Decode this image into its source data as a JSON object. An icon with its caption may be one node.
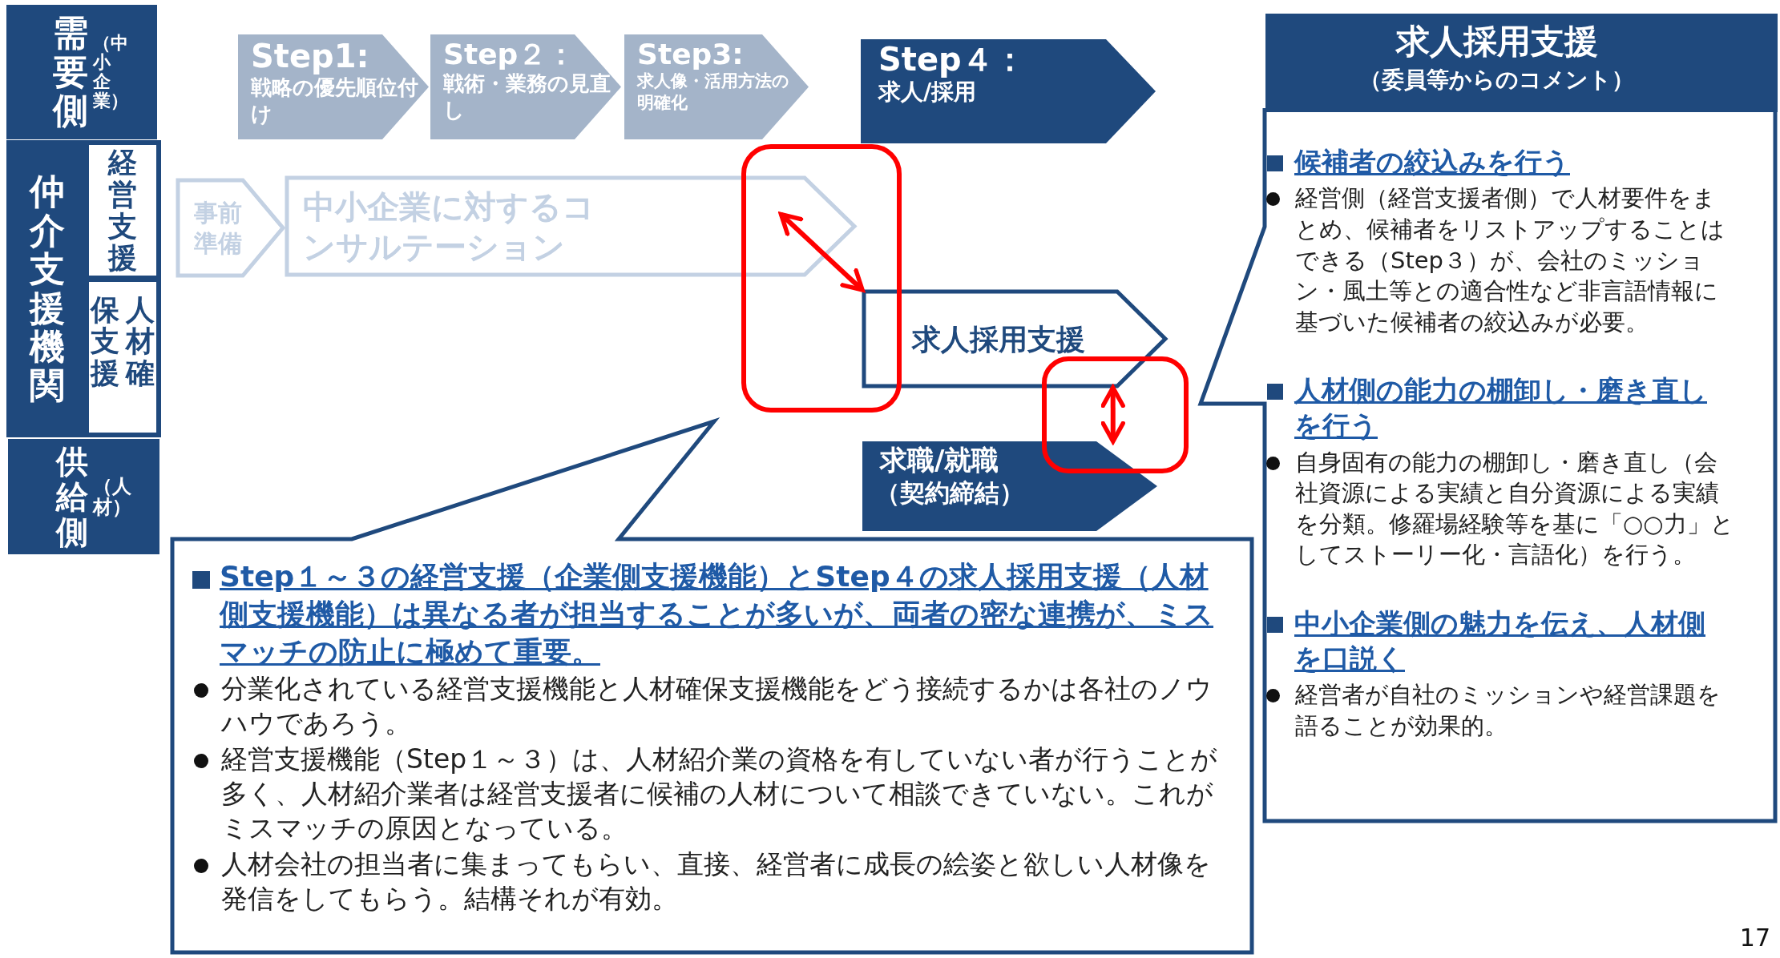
{
  "diagram": {
    "nodes": [
      {
        "text": [
          "需要側",
          "（中小企業）"
        ]
      },
      {
        "text": [
          "仲介支援機関"
        ]
      },
      {
        "text": [
          "経営支援"
        ]
      },
      {
        "text": [
          "人材確保支援"
        ]
      },
      {
        "text": [
          "供給側",
          "（人材）"
        ]
      },
      {
        "text": [
          "Step1:",
          "戦略の優先順位付け"
        ]
      },
      {
        "text": [
          "Step２：",
          "戦術・業務の見直し"
        ]
      },
      {
        "text": [
          "Step3:",
          "求人像・活用方法の明確化"
        ]
      },
      {
        "text": [
          "Step４：",
          "求人/採用"
        ]
      },
      {
        "text": [
          "事前準備"
        ]
      },
      {
        "text": [
          "中小企業に対するコンサルテーション"
        ]
      },
      {
        "text": [
          "求人採用支援"
        ]
      },
      {
        "text": [
          "求職/就職",
          "（契約締結）"
        ]
      },
      {
        "text": [
          "求人採用支援",
          "（委員等からのコメント）",
          "候補者の絞込みを行う",
          "経営側（経営支援者側）で人材要件をまとめ、候補者をリストアップすることはできる（Step３）が、会社のミッション・風土等との適合性など非言語情報に基づいた候補者の絞込みが必要。",
          "人材側の能力の棚卸し・磨き直しを行う",
          "自身固有の能力の棚卸し・磨き直し（会社資源による実績と自分資源による実績を分類。修羅場経験等を基に「○○力」としてストーリー化・言語化）を行う。",
          "中小企業側の魅力を伝え、人材側を口説く",
          "経営者が自社のミッションや経営課題を語ることが効果的。"
        ]
      },
      {
        "text": [
          "Step１～３の経営支援（企業側支援機能）とStep４の求人採用支援（人材側支援機能）は異なる者が担当することが多いが、両者の密な連携が、ミスマッチの防止に極めて重要。",
          "分業化されている経営支援機能と人材確保支援機能をどう接続するかは各社のノウハウであろう。",
          "経営支援機能（Step１～３）は、人材紹介業の資格を有していない者が行うことが多く、人材紹介業者は経営支援者に候補の人材について相談できていない。これがミスマッチの原因となっている。",
          "人材会社の担当者に集まってもらい、直接、経営者に成長の絵姿と欲しい人材像を発信をしてもらう。結構それが有効。"
        ]
      }
    ],
    "edges": [
      {
        "from": 10,
        "to": 11,
        "arrow": "both",
        "color": "#ff0000"
      },
      {
        "from": 11,
        "to": 12,
        "arrow": "both",
        "color": "#ff0000"
      }
    ],
    "labels": [
      "17"
    ]
  }
}
